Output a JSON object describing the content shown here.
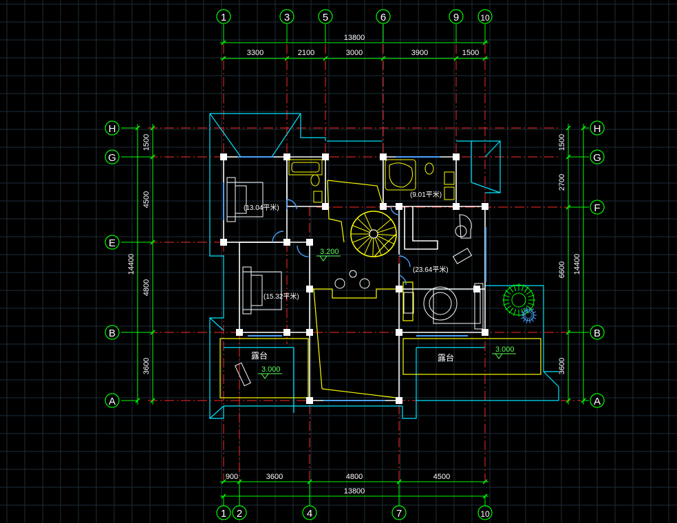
{
  "colors": {
    "background": "#000000",
    "grid": "#1e2e3a",
    "axis": "#ff2a2a",
    "dim": "#00ff00",
    "wall": "#ffffff",
    "roof": "#00e5ff",
    "yellow": "#ffff00",
    "blue": "#4aa3ff"
  },
  "top_bubbles": [
    "1",
    "3",
    "5",
    "6",
    "9",
    "10"
  ],
  "bottom_bubbles": [
    "1",
    "2",
    "4",
    "7",
    "10"
  ],
  "left_bubbles": [
    "H",
    "G",
    "E",
    "B",
    "A"
  ],
  "right_bubbles": [
    "H",
    "G",
    "F",
    "B",
    "A"
  ],
  "top_total": "13800",
  "top_segments": [
    "3300",
    "2100",
    "3000",
    "3900",
    "1500"
  ],
  "bottom_segments": [
    "900",
    "3600",
    "4800",
    "4500"
  ],
  "bottom_total": "13800",
  "left_segments": [
    "1500",
    "4500",
    "4800",
    "3600"
  ],
  "left_total": "14400",
  "right_segments": [
    "1500",
    "2700",
    "6600",
    "3600"
  ],
  "right_total": "14400",
  "rooms": {
    "bedroom_a": "(13.04平米)",
    "bedroom_b": "(15.32平米)",
    "bath": "(9.01平米)",
    "master": "(23.64平米)",
    "terrace": "露台"
  },
  "levels": {
    "hall": "3.200",
    "terrace": "3.000"
  }
}
